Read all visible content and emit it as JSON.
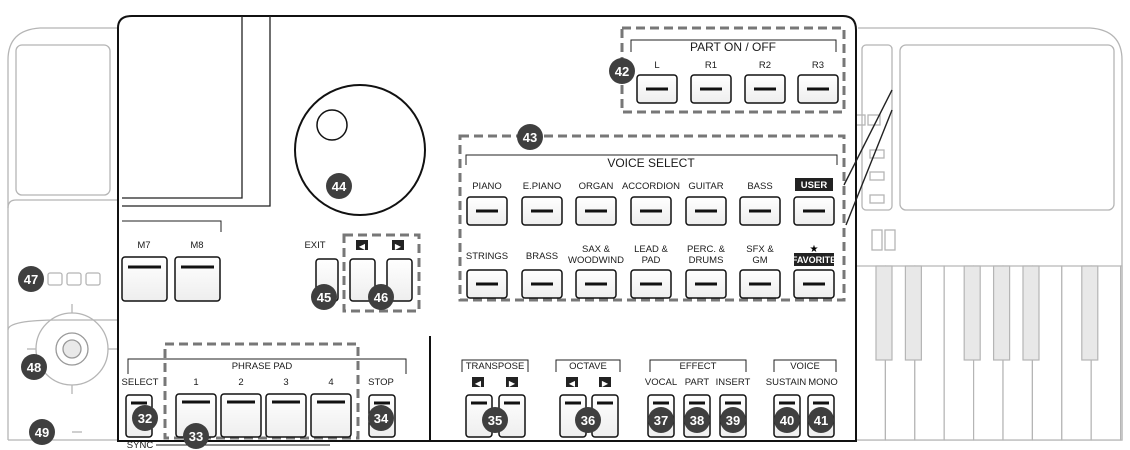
{
  "part_on_off": {
    "header": "PART ON / OFF",
    "buttons": [
      "L",
      "R1",
      "R2",
      "R3"
    ],
    "callout": "42"
  },
  "voice_select": {
    "header": "VOICE SELECT",
    "callout": "43",
    "row1": [
      "PIANO",
      "E.PIANO",
      "ORGAN",
      "ACCORDION",
      "GUITAR",
      "BASS",
      "USER"
    ],
    "row2": [
      [
        "STRINGS"
      ],
      [
        "BRASS"
      ],
      [
        "SAX &",
        "WOODWIND"
      ],
      [
        "LEAD &",
        "PAD"
      ],
      [
        "PERC. &",
        "DRUMS"
      ],
      [
        "SFX &",
        "GM"
      ],
      [
        "FAVORITE"
      ]
    ],
    "favorite_star": "★"
  },
  "dial": {
    "callout": "44"
  },
  "exit": {
    "label": "EXIT",
    "callout": "45"
  },
  "arrows": {
    "left": "◀",
    "right": "▶",
    "callout": "46"
  },
  "memory": {
    "buttons": [
      "M7",
      "M8"
    ]
  },
  "left_panel": {
    "callout_buttons": "47",
    "callout_joystick": "48",
    "callout_power": "49"
  },
  "phrase_pad": {
    "header": "PHRASE PAD",
    "select_label": "SELECT",
    "stop_label": "STOP",
    "pads": [
      "1",
      "2",
      "3",
      "4"
    ],
    "sync_label": "SYNC",
    "callout_select": "32",
    "callout_pads": "33",
    "callout_stop": "34"
  },
  "transpose": {
    "header": "TRANSPOSE",
    "left": "◀",
    "right": "▶",
    "callout": "35"
  },
  "octave": {
    "header": "OCTAVE",
    "left": "◀",
    "right": "▶",
    "callout": "36"
  },
  "effect": {
    "header": "EFFECT",
    "buttons": [
      "VOCAL",
      "PART",
      "INSERT"
    ],
    "callouts": [
      "37",
      "38",
      "39"
    ]
  },
  "voice_group": {
    "header": "VOICE",
    "buttons": [
      "SUSTAIN",
      "MONO"
    ],
    "callouts": [
      "40",
      "41"
    ]
  }
}
